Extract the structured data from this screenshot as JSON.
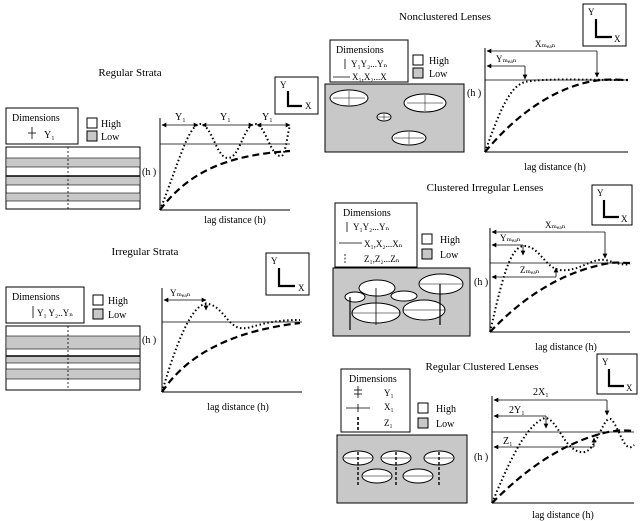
{
  "labels": {
    "dimensions": "Dimensions",
    "high": "High",
    "low": "Low",
    "h_axis": "(h )",
    "lag_axis": "lag distance (h)",
    "axis_y": "Y",
    "axis_x": "X"
  },
  "panels": {
    "regular_strata": {
      "title": "Regular Strata",
      "dim": "Y₁",
      "peak_label": "Y₁"
    },
    "irregular_strata": {
      "title": "Irregular Strata",
      "dim": "Y₁ Y₂..Yₙ",
      "peak_label": "Yₘₑₐₙ"
    },
    "nonclustered": {
      "title": "Nonclustered  Lenses",
      "dim_y": "Y₁Y₂...Yₙ",
      "dim_x": "X₁,X₂...X",
      "range_x": "Xₘₑₐₙ",
      "range_y": "Yₘₑₐₙ"
    },
    "clustered_irregular": {
      "title": "Clustered Irregular Lenses",
      "dim_y": "Y₁Y₂...Yₙ",
      "dim_x": "X₁,X₂...Xₙ",
      "dim_z": "Z₁,Z₂...Zₙ",
      "range_x": "Xₘₑₐₙ",
      "range_y": "Yₘₑₐₙ",
      "range_z": "Zₘₑₐₙ"
    },
    "regular_clustered": {
      "title": "Regular Clustered Lenses",
      "dim_y": "Y₁",
      "dim_x": "X₁",
      "dim_z": "Z₁",
      "range_x": "2X₁",
      "range_y": "2Y₁",
      "range_z": "Z₁"
    }
  }
}
